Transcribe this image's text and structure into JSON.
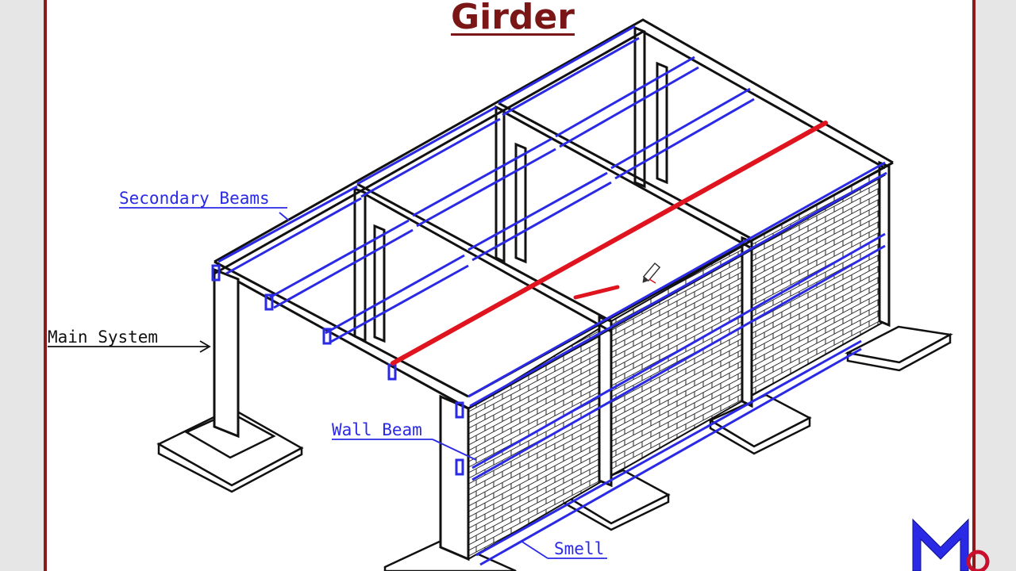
{
  "slide": {
    "title": "Girder"
  },
  "labels": {
    "secondary_beams": "Secondary Beams",
    "main_system": "Main System",
    "wall_beam": "Wall Beam",
    "smell": "Smell"
  },
  "logo": {
    "text": "M"
  },
  "colors": {
    "title": "#7a1616",
    "frame": "#8b1a1a",
    "beam_blue": "#2a2ae6",
    "highlight_red": "#e0141e"
  }
}
